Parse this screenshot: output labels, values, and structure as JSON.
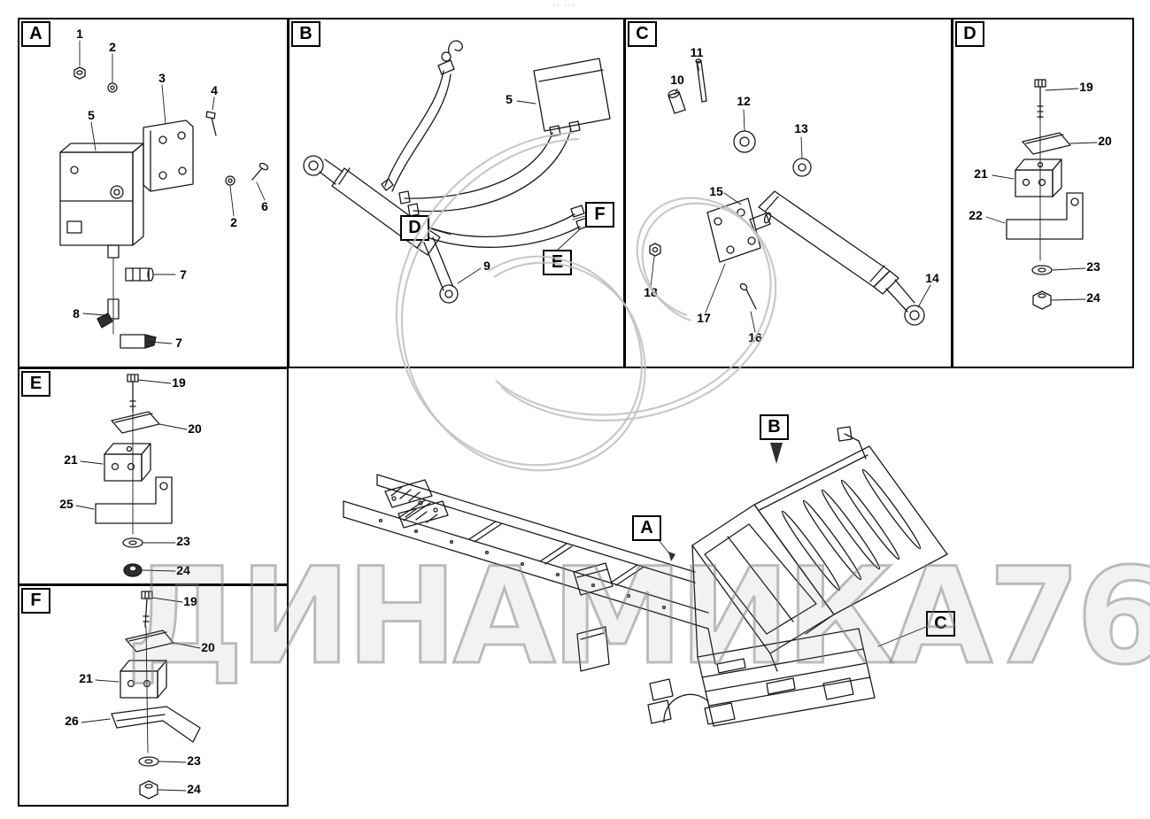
{
  "page": {
    "watermark": "ДИНАМИКА76",
    "top_note": "·· ···",
    "background": "#ffffff",
    "line_color": "#1a1a1a",
    "watermark_color": "#8c8c8c"
  },
  "overview": {
    "ref_boxes": {
      "a": "A",
      "b": "B",
      "c": "C"
    }
  },
  "panels": {
    "a": {
      "label": "A",
      "callouts": [
        "1",
        "2",
        "3",
        "4",
        "5",
        "2",
        "6",
        "7",
        "8",
        "7"
      ]
    },
    "b": {
      "label": "B",
      "callouts": [
        "5",
        "9"
      ],
      "ref_boxes": {
        "d": "D",
        "f": "F",
        "e": "E"
      }
    },
    "c": {
      "label": "C",
      "callouts": [
        "10",
        "11",
        "12",
        "13",
        "15",
        "14",
        "18",
        "17",
        "16"
      ]
    },
    "d": {
      "label": "D",
      "callouts": [
        "19",
        "20",
        "21",
        "22",
        "23",
        "24"
      ]
    },
    "e": {
      "label": "E",
      "callouts": [
        "19",
        "20",
        "21",
        "25",
        "23",
        "24"
      ]
    },
    "f": {
      "label": "F",
      "callouts": [
        "19",
        "20",
        "21",
        "26",
        "23",
        "24"
      ]
    }
  }
}
